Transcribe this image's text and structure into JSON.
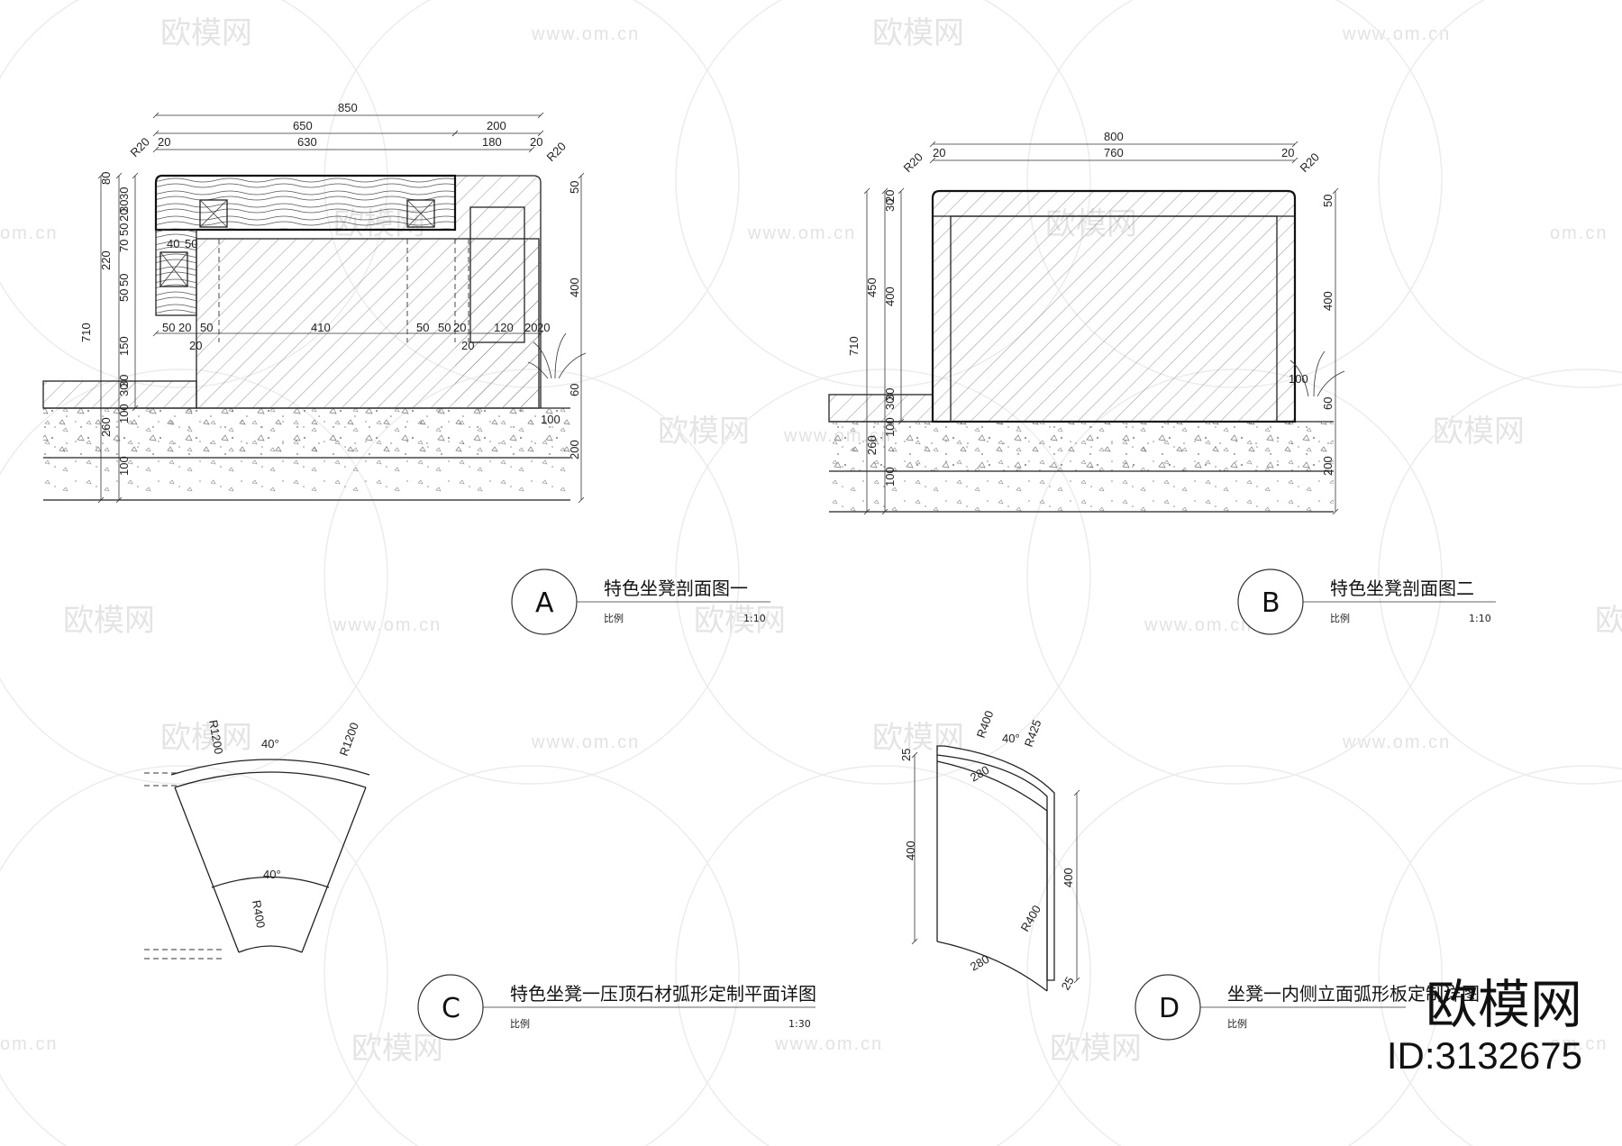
{
  "watermark": {
    "brand": "欧模网",
    "url": "www.om.cn",
    "url_partial": "om.cn"
  },
  "brand_badge": {
    "name": "欧模网",
    "id": "ID:3132675"
  },
  "colors": {
    "line": "#222222",
    "hatch": "#555555",
    "watermark": "#cfcfcf"
  },
  "details": [
    {
      "symbol": "A",
      "title": "特色坐凳剖面图一",
      "scale_label": "比例",
      "scale": "1:10"
    },
    {
      "symbol": "B",
      "title": "特色坐凳剖面图二",
      "scale_label": "比例",
      "scale": "1:10"
    },
    {
      "symbol": "C",
      "title": "特色坐凳一压顶石材弧形定制平面详图",
      "scale_label": "比例",
      "scale": "1:30"
    },
    {
      "symbol": "D",
      "title": "坐凳一内侧立面弧形板定制详图",
      "scale_label": "比例",
      "scale": ""
    }
  ],
  "section_a": {
    "top_dims": [
      "850",
      "650",
      "200",
      "20",
      "630",
      "180",
      "20"
    ],
    "radii": [
      "R20",
      "R20"
    ],
    "left_dims": [
      "80",
      "30",
      "30",
      "20",
      "50",
      "70",
      "220",
      "50",
      "50",
      "710",
      "150",
      "30",
      "30",
      "260",
      "100",
      "100",
      "40",
      "50"
    ],
    "bottom_dims": [
      "50",
      "20",
      "50",
      "410",
      "50",
      "50",
      "20",
      "120",
      "20",
      "20",
      "20",
      "20"
    ],
    "right_dims": [
      "50",
      "400",
      "60",
      "100",
      "200"
    ]
  },
  "section_b": {
    "top_dims": [
      "800",
      "20",
      "760",
      "20"
    ],
    "radii": [
      "R20",
      "R20"
    ],
    "left_dims": [
      "30",
      "20",
      "450",
      "400",
      "710",
      "30",
      "30",
      "260",
      "100",
      "100"
    ],
    "right_dims": [
      "50",
      "400",
      "100",
      "60",
      "200"
    ]
  },
  "plan_c": {
    "labels": [
      "R1200",
      "40°",
      "R1200",
      "40°",
      "R400"
    ]
  },
  "elev_d": {
    "labels": [
      "R400",
      "40°",
      "R425",
      "280",
      "280",
      "400",
      "400",
      "R400",
      "25",
      "25"
    ]
  }
}
